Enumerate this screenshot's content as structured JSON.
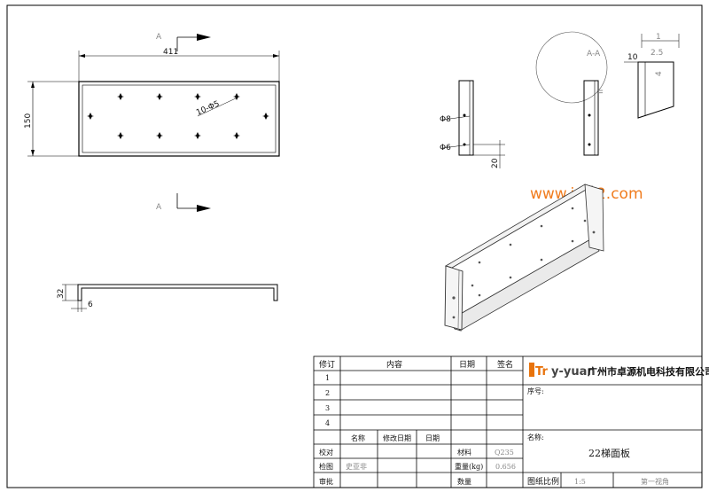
{
  "views": {
    "section_label_top": "A",
    "section_label_bottom": "A",
    "dim_length": "411",
    "dim_width": "150",
    "dim_holes": "10-Φ5",
    "dim_thickness": "32",
    "dim_flange": "6",
    "detail_label": "A-A",
    "dim_hole8": "Φ8",
    "dim_hole6": "Φ6",
    "dim_20": "20",
    "detail_dim_10": "10",
    "detail_dim_25": "2.5",
    "detail_dim_1": "1",
    "detail_dim_4": "4"
  },
  "watermark": "www.jdw2.com",
  "title_block": {
    "brand_part1": "Tr",
    "brand_part2": "y-yuan",
    "company": "广州市卓源机电科技有限公司",
    "revision_headers": [
      "修订",
      "内容",
      "日期",
      "签名"
    ],
    "revision_rows": [
      "1",
      "2",
      "3",
      "4"
    ],
    "sign_headers": [
      "名称",
      "修改日期",
      "日期"
    ],
    "roles": [
      "校对",
      "检图",
      "审批"
    ],
    "checker_name": "史亚非",
    "material_label": "材料",
    "material_value": "Q235",
    "weight_label": "重量(kg)",
    "weight_value": "0.656",
    "quantity_label": "数量",
    "serial_label": "序号:",
    "name_label": "名称:",
    "part_name": "22梯面板",
    "scale_label": "图纸比例",
    "scale_value": "1:5",
    "projection": "第一视角"
  }
}
